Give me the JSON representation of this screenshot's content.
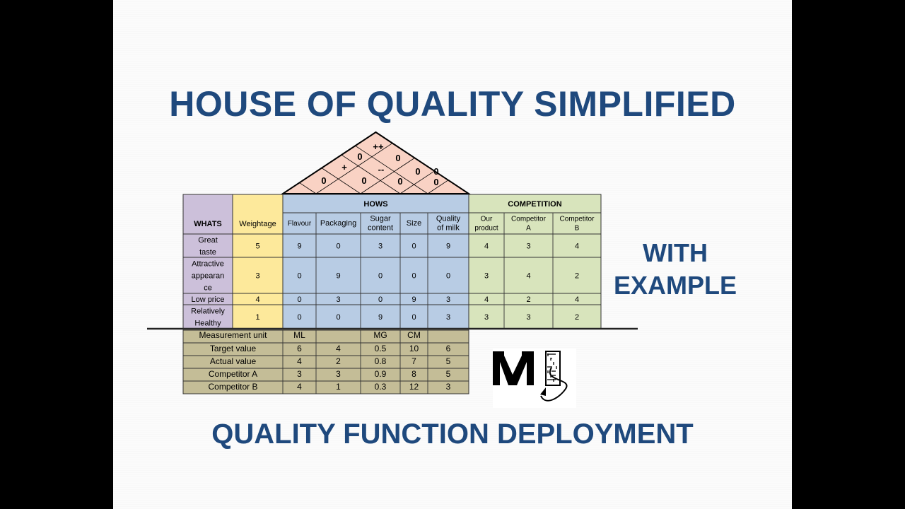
{
  "title": "HOUSE OF QUALITY SIMPLIFIED",
  "subtitle": "QUALITY FUNCTION DEPLOYMENT",
  "side_text": [
    "WITH",
    "EXAMPLE"
  ],
  "colors": {
    "title": "#1f497d",
    "whats": "#ccc0da",
    "weightage": "#fde99b",
    "hows": "#b8cce4",
    "competition": "#d8e4bc",
    "roof": "#f9d2c4",
    "measurement": "#c4bd97"
  },
  "roof": {
    "values": [
      "++",
      "0",
      "0",
      "+",
      "--",
      "0",
      "0",
      "0",
      "0",
      "0",
      "0"
    ]
  },
  "matrix": {
    "whats_header": "WHATS",
    "weightage_header": "Weightage",
    "hows_header": "HOWS",
    "competition_header": "COMPETITION",
    "hows_columns": [
      [
        "Flavour"
      ],
      [
        "Packaging"
      ],
      [
        "Sugar",
        "content"
      ],
      [
        "Size"
      ],
      [
        "Quality",
        "of milk"
      ]
    ],
    "competition_columns": [
      [
        "Our",
        "product"
      ],
      [
        "Competitor",
        "A"
      ],
      [
        "Competitor",
        "B"
      ]
    ],
    "rows": [
      {
        "what": [
          "Great",
          "taste"
        ],
        "weight": "5",
        "hows": [
          "9",
          "0",
          "3",
          "0",
          "9"
        ],
        "comp": [
          "4",
          "3",
          "4"
        ]
      },
      {
        "what": [
          "Attractive",
          "appearan",
          "ce"
        ],
        "weight": "3",
        "hows": [
          "0",
          "9",
          "0",
          "0",
          "0"
        ],
        "comp": [
          "3",
          "4",
          "2"
        ]
      },
      {
        "what": [
          "Low price"
        ],
        "weight": "4",
        "hows": [
          "0",
          "3",
          "0",
          "9",
          "3"
        ],
        "comp": [
          "4",
          "2",
          "4"
        ]
      },
      {
        "what": [
          "Relatively",
          "Healthy"
        ],
        "weight": "1",
        "hows": [
          "0",
          "0",
          "9",
          "0",
          "3"
        ],
        "comp": [
          "3",
          "3",
          "2"
        ]
      }
    ]
  },
  "measurements": [
    {
      "label": "Measurement unit",
      "values": [
        "ML",
        "",
        "MG",
        "CM",
        ""
      ]
    },
    {
      "label": "Target value",
      "values": [
        "6",
        "4",
        "0.5",
        "10",
        "6"
      ]
    },
    {
      "label": "Actual value",
      "values": [
        "4",
        "2",
        "0.8",
        "7",
        "5"
      ]
    },
    {
      "label": "Competitor A",
      "values": [
        "3",
        "3",
        "0.9",
        "8",
        "5"
      ]
    },
    {
      "label": "Competitor B",
      "values": [
        "4",
        "1",
        "0.3",
        "12",
        "3"
      ]
    }
  ],
  "logo": {
    "icon": "ms-maze-logo"
  }
}
